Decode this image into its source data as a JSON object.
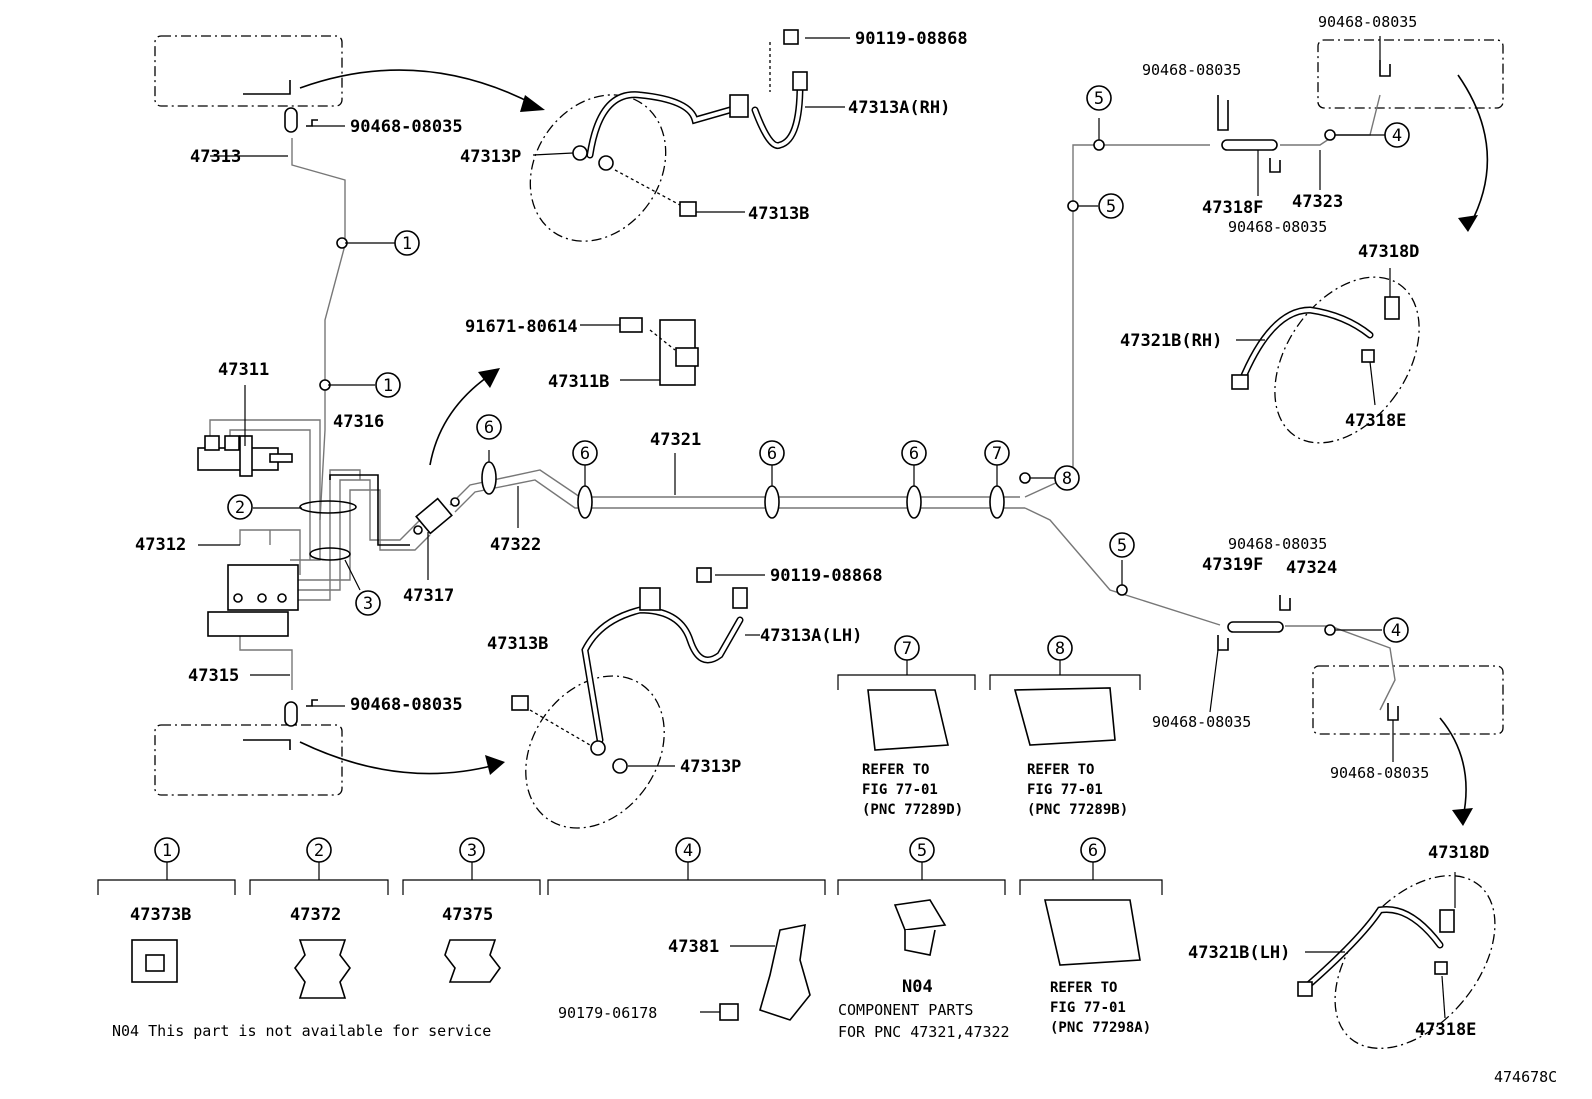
{
  "parts": {
    "p47313": "47313",
    "p90468_a": "90468-08035",
    "p90119_a": "90119-08868",
    "p47313a_rh": "47313A(RH)",
    "p47313p_a": "47313P",
    "p47313b_a": "47313B",
    "p91671": "91671-80614",
    "p47311b": "47311B",
    "p47311": "47311",
    "p47316": "47316",
    "p47312": "47312",
    "p47317": "47317",
    "p47322": "47322",
    "p47321": "47321",
    "p47315": "47315",
    "p90468_b": "90468-08035",
    "p47313b_b": "47313B",
    "p90119_b": "90119-08868",
    "p47313a_lh": "47313A(LH)",
    "p47313p_b": "47313P",
    "p90468_c": "90468-08035",
    "p90468_d": "90468-08035",
    "p47318f": "47318F",
    "p47323": "47323",
    "p90468_e": "90468-08035",
    "p47318d_a": "47318D",
    "p47321b_rh": "47321B(RH)",
    "p47318e_a": "47318E",
    "p90468_f": "90468-08035",
    "p47319f": "47319F",
    "p47324": "47324",
    "p90468_g": "90468-08035",
    "p90468_h": "90468-08035",
    "p47318d_b": "47318D",
    "p47321b_lh": "47321B(LH)",
    "p47318e_b": "47318E",
    "p47373b": "47373B",
    "p47372": "47372",
    "p47375": "47375",
    "p47381": "47381",
    "p90179": "90179-06178",
    "pN04": "N04"
  },
  "callouts": [
    "1",
    "2",
    "3",
    "4",
    "5",
    "6",
    "7",
    "8"
  ],
  "refs": {
    "refer_to": "REFER TO",
    "fig": "FIG 77-01",
    "pnc_7": "(PNC 77289D)",
    "pnc_8": "(PNC 77289B)",
    "pnc_6": "(PNC 77298A)"
  },
  "notes": {
    "component_parts": "COMPONENT PARTS",
    "for_pnc": "FOR PNC 47321,47322",
    "not_available": "N04 This part is not available for service",
    "diagram_id": "474678C"
  }
}
